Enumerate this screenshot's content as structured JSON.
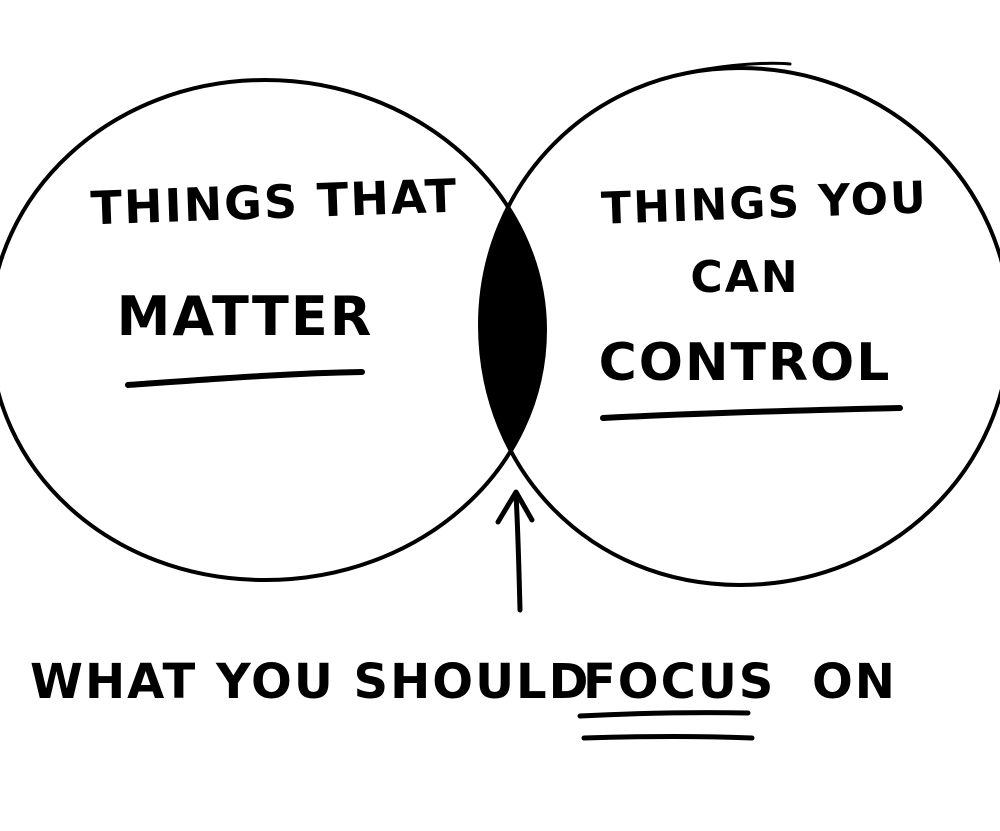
{
  "diagram": {
    "left_circle": {
      "line1": "THINGS THAT",
      "line2": "MATTER"
    },
    "right_circle": {
      "line1": "THINGS YOU",
      "line2": "CAN",
      "line3": "CONTROL"
    },
    "caption": {
      "part1": "WHAT YOU SHOULD",
      "emphasis": "FOCUS",
      "part2": "ON"
    },
    "colors": {
      "ink": "#000000",
      "paper": "#ffffff",
      "overlap_fill": "#000000"
    }
  }
}
